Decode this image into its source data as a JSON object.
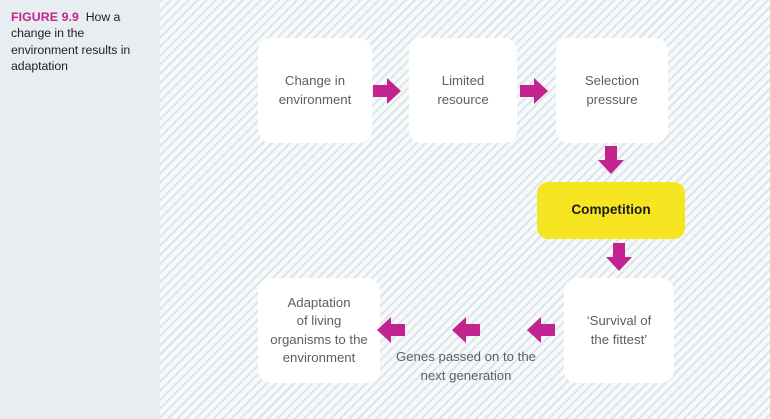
{
  "figure": {
    "label": "FIGURE 9.9",
    "caption": "How a change in the environment results in adaptation",
    "accent_color": "#c2238e",
    "highlight_color": "#f6e622",
    "panel_color": "#e8edf2",
    "box_text_color": "#5e5e5e"
  },
  "diagram": {
    "type": "flowchart",
    "nodes": [
      {
        "id": "change",
        "label": "Change in\nenvironment",
        "style": "box"
      },
      {
        "id": "limited",
        "label": "Limited\nresource",
        "style": "box"
      },
      {
        "id": "selection",
        "label": "Selection\npressure",
        "style": "box"
      },
      {
        "id": "competition",
        "label": "Competition",
        "style": "highlight-box"
      },
      {
        "id": "survival",
        "label": "‘Survival of\nthe fittest’",
        "style": "box"
      },
      {
        "id": "genes",
        "label": "Genes passed on to the\nnext generation",
        "style": "plain-text"
      },
      {
        "id": "adaptation",
        "label": "Adaptation\nof living\norganisms to the\nenvironment",
        "style": "box"
      }
    ],
    "edges": [
      {
        "from": "change",
        "to": "limited",
        "direction": "right"
      },
      {
        "from": "limited",
        "to": "selection",
        "direction": "right"
      },
      {
        "from": "selection",
        "to": "competition",
        "direction": "down"
      },
      {
        "from": "competition",
        "to": "survival",
        "direction": "down"
      },
      {
        "from": "survival",
        "to": "genes",
        "direction": "left"
      },
      {
        "from": "genes",
        "to": "genes",
        "direction": "left"
      },
      {
        "from": "genes",
        "to": "adaptation",
        "direction": "left"
      }
    ]
  }
}
